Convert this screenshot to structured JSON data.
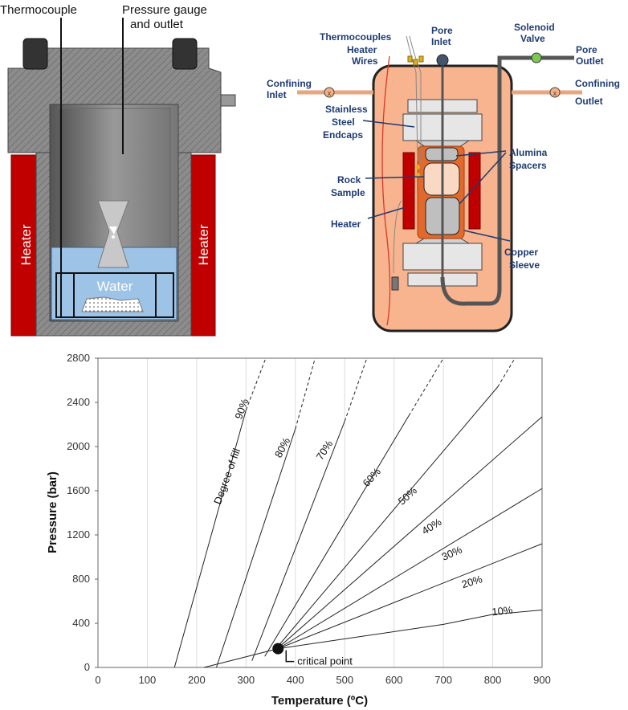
{
  "left_diagram": {
    "thermocouple": "Thermocouple",
    "pressure_gauge_line1": "Pressure gauge",
    "pressure_gauge_line2": "and outlet",
    "heater_left": "Heater",
    "heater_right": "Heater",
    "water": "Water"
  },
  "right_diagram": {
    "thermocouples": "Thermocouples",
    "heater_wires_1": "Heater",
    "heater_wires_2": "Wires",
    "pore_inlet_1": "Pore",
    "pore_inlet_2": "Inlet",
    "solenoid_1": "Solenoid",
    "solenoid_2": "Valve",
    "pore_outlet_1": "Pore",
    "pore_outlet_2": "Outlet",
    "confining_inlet_1": "Confining",
    "confining_inlet_2": "Inlet",
    "confining_outlet_1": "Confining",
    "confining_outlet_2": "Outlet",
    "endcaps_1": "Stainless",
    "endcaps_2": "Steel",
    "endcaps_3": "Endcaps",
    "alumina_1": "Alumina",
    "alumina_2": "Spacers",
    "rock_1": "Rock",
    "rock_2": "Sample",
    "heater": "Heater",
    "copper_1": "Copper",
    "copper_2": "Sleeve",
    "colors": {
      "vessel": "#f7b48e",
      "navy_text": "#1f3b73",
      "rock": "#f9d9c4",
      "valve_green": "#7ec850",
      "valve_orange": "#f4b183"
    }
  },
  "chart_data": {
    "type": "line",
    "xlabel": "Temperature (ºC)",
    "ylabel": "Pressure (bar)",
    "xlim": [
      0,
      900
    ],
    "ylim": [
      0,
      2800
    ],
    "xticks": [
      0,
      100,
      200,
      300,
      400,
      500,
      600,
      700,
      800,
      900
    ],
    "yticks": [
      0,
      400,
      800,
      1200,
      1600,
      2000,
      2400,
      2800
    ],
    "grid": "vertical",
    "series": [
      {
        "name": "90%",
        "points": [
          [
            155,
            0
          ],
          [
            300,
            2330
          ]
        ],
        "dashed": [
          [
            300,
            2330
          ],
          [
            340,
            2800
          ]
        ]
      },
      {
        "name": "80%",
        "points": [
          [
            240,
            0
          ],
          [
            400,
            2160
          ]
        ],
        "dashed": [
          [
            400,
            2160
          ],
          [
            440,
            2800
          ]
        ]
      },
      {
        "name": "70%",
        "points": [
          [
            312,
            60
          ],
          [
            500,
            2230
          ]
        ],
        "dashed": [
          [
            500,
            2230
          ],
          [
            545,
            2800
          ]
        ]
      },
      {
        "name": "60%",
        "points": [
          [
            338,
            100
          ],
          [
            630,
            2280
          ]
        ],
        "dashed": [
          [
            630,
            2280
          ],
          [
            700,
            2800
          ]
        ]
      },
      {
        "name": "50%",
        "points": [
          [
            355,
            140
          ],
          [
            810,
            2540
          ]
        ],
        "dashed": [
          [
            810,
            2540
          ],
          [
            845,
            2800
          ]
        ]
      },
      {
        "name": "40%",
        "points": [
          [
            362,
            165
          ],
          [
            900,
            2270
          ]
        ]
      },
      {
        "name": "30%",
        "points": [
          [
            365,
            170
          ],
          [
            900,
            1620
          ]
        ]
      },
      {
        "name": "20%",
        "points": [
          [
            365,
            170
          ],
          [
            900,
            1120
          ]
        ]
      },
      {
        "name": "10%",
        "points": [
          [
            365,
            170
          ],
          [
            700,
            390
          ],
          [
            800,
            480
          ],
          [
            900,
            520
          ]
        ]
      },
      {
        "name": "base",
        "points": [
          [
            215,
            0
          ],
          [
            365,
            170
          ]
        ]
      }
    ],
    "curve_labels": [
      "90%",
      "80%",
      "70%",
      "60%",
      "50%",
      "40%",
      "30%",
      "20%",
      "10%"
    ],
    "degree_of_fill": "Degree of fill",
    "critical_point": {
      "x": 365,
      "y": 170,
      "label": "critical point"
    }
  }
}
